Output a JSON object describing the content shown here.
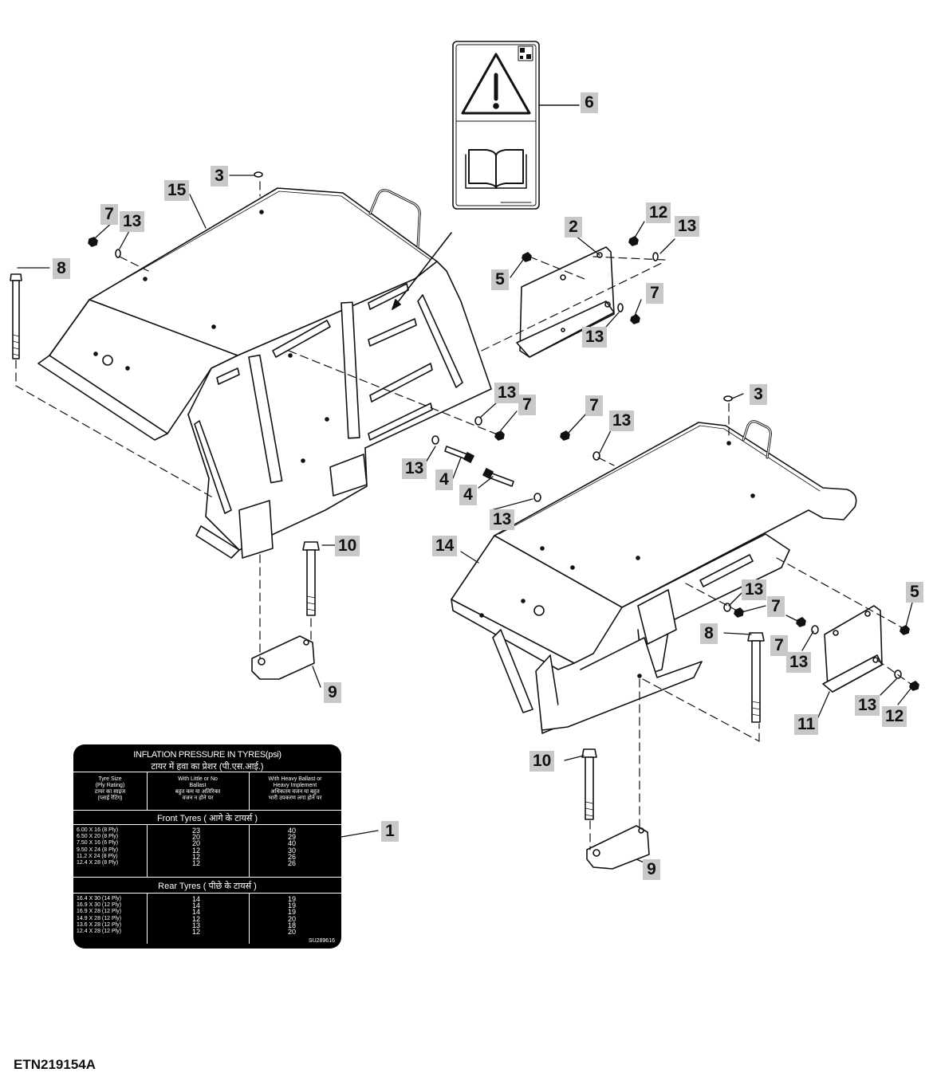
{
  "figure_id": "ETN219154A",
  "callouts": {
    "c1": "1",
    "c2": "2",
    "c3a": "3",
    "c3b": "3",
    "c4a": "4",
    "c4b": "4",
    "c5a": "5",
    "c5b": "5",
    "c6": "6",
    "c7a": "7",
    "c7b": "7",
    "c7c": "7",
    "c7d": "7",
    "c7e": "7",
    "c7f": "7",
    "c8a": "8",
    "c8b": "8",
    "c9a": "9",
    "c9b": "9",
    "c10a": "10",
    "c10b": "10",
    "c11": "11",
    "c12a": "12",
    "c12b": "12",
    "c13a": "13",
    "c13b": "13",
    "c13c": "13",
    "c13d": "13",
    "c13e": "13",
    "c13f": "13",
    "c13g": "13",
    "c13h": "13",
    "c13i": "13",
    "c13j": "13",
    "c14": "14",
    "c15": "15"
  },
  "decal": {
    "title": "INFLATION PRESSURE IN TYRES(psi)",
    "title_hi": "टायर में हवा का प्रेशर (पी.एस.आई.)",
    "col1_header": "Tyre Size\n(Ply Rating)\nटायर का साइज\n(प्लाई रेटिंग)",
    "col2_header": "With Little or No\nBallast\nबहुत कम या अतिरिक्त\nवजन न होने पर",
    "col3_header": "With Heavy Ballast or\nHeavy Implement\nअधिकतम वजन या बहुत\nभारी उपकरण लगा होने पर",
    "front_title": "Front Tyres ( आगे के टायर्स )",
    "front_sizes": "6.00 X 16 (8 Ply)\n6.50 X 20 (8 Ply)\n7.50 X 16 (6 Ply)\n9.50 X 24 (8 Ply)\n11.2 X 24 (8 Ply)\n12.4 X 28 (8 Ply)",
    "front_low": "23\n20\n20\n12\n12\n12",
    "front_high": "40\n29\n40\n30\n26\n26",
    "rear_title": "Rear Tyres ( पीछे के टायर्स )",
    "rear_sizes": "16.4 X 30 (14 Ply)\n16.9 X 30 (12 Ply)\n16.9 X 28 (12 Ply)\n14.9 X 28 (12 Ply)\n13.6 X 28 (12 Ply)\n12.4 X 28 (12 Ply)",
    "rear_low": "14\n14\n14\n12\n13\n12",
    "rear_high": "19\n19\n19\n20\n18\n20",
    "code": "SU289616"
  },
  "warning_decal": {
    "top_symbol": "warning-triangle-icon",
    "bottom_symbol": "manual-book-icon"
  },
  "colors": {
    "callout_bg": "#c8c8c8",
    "line": "#111111",
    "decal_bg": "#000000"
  }
}
